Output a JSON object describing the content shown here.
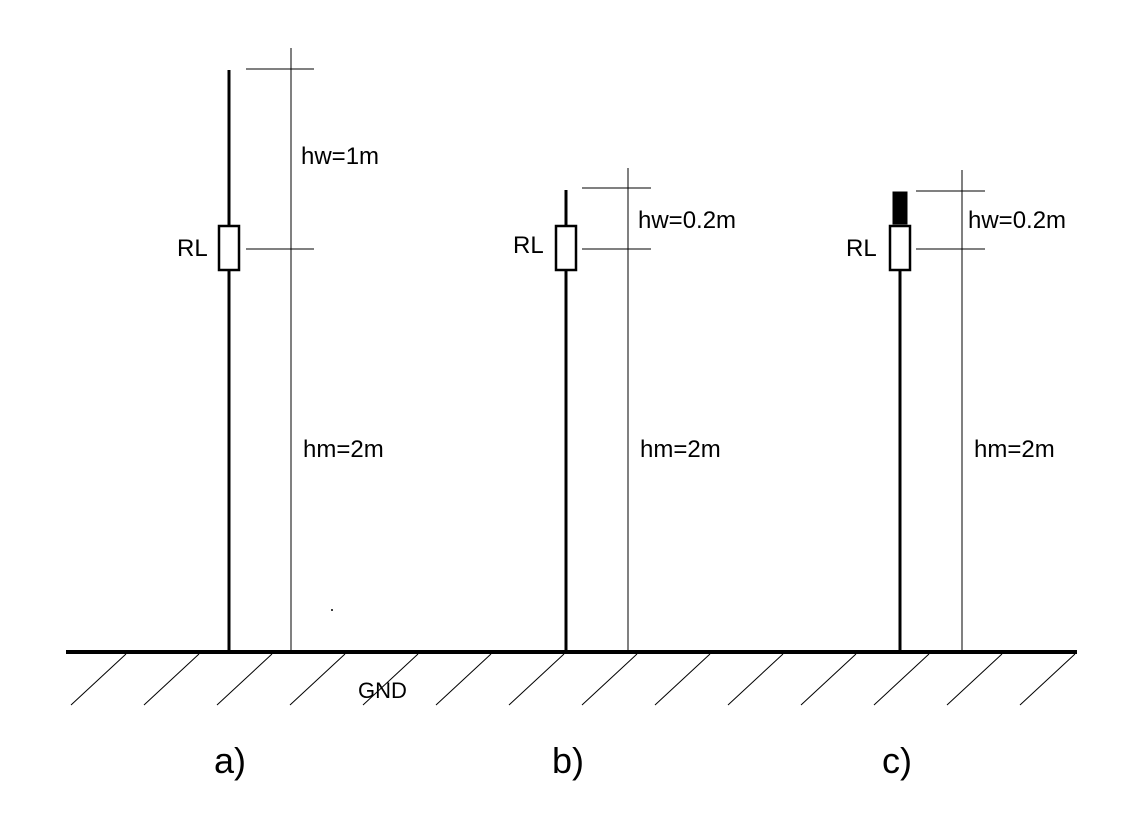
{
  "diagram": {
    "ground_label": "GND",
    "antennas": [
      {
        "caption": "a)",
        "load_label": "RL",
        "upper_dimension": "hw=1m",
        "lower_dimension": "hm=2m",
        "top_load": false
      },
      {
        "caption": "b)",
        "load_label": "RL",
        "upper_dimension": "hw=0.2m",
        "lower_dimension": "hm=2m",
        "top_load": false
      },
      {
        "caption": "c)",
        "load_label": "RL",
        "upper_dimension": "hw=0.2m",
        "lower_dimension": "hm=2m",
        "top_load": true
      }
    ]
  }
}
